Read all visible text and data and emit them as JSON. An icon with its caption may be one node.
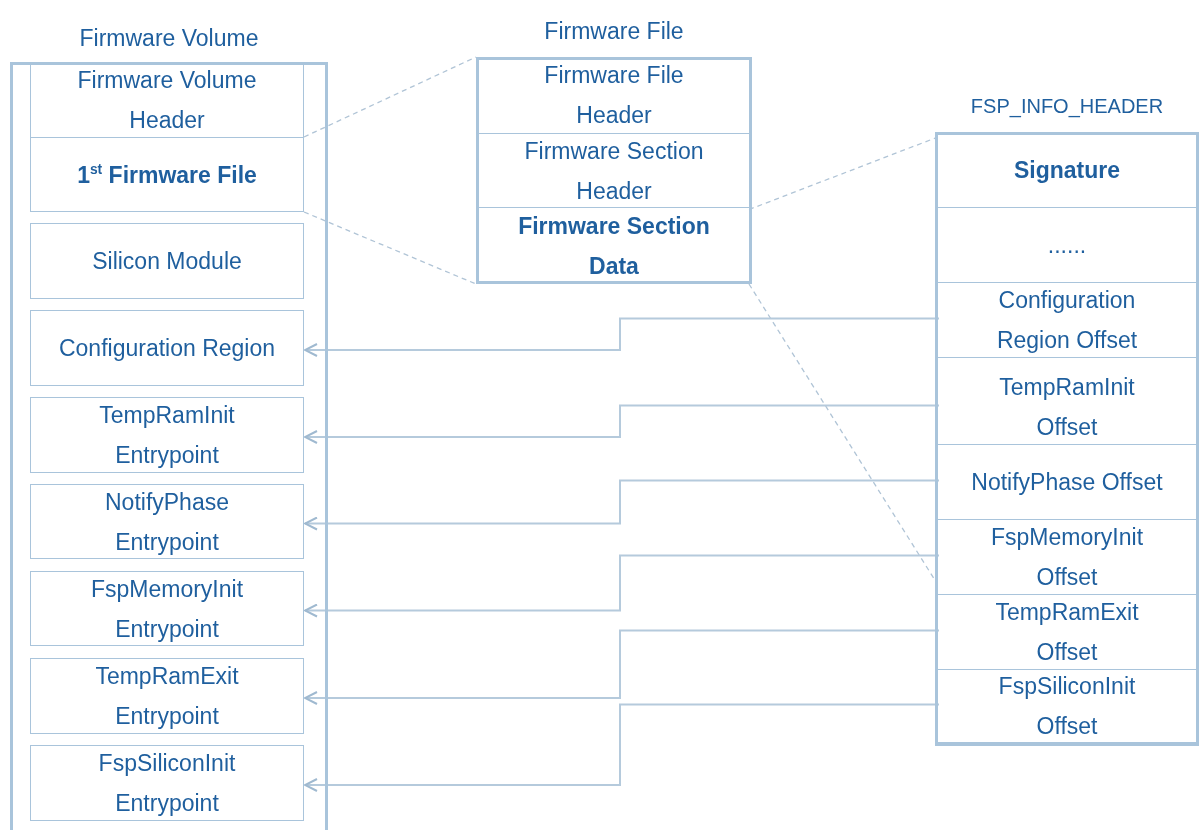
{
  "diagram": {
    "nodes": [
      {
        "text": [
          "Firmware Volume"
        ]
      },
      {
        "text": [
          "Firmware Volume Header"
        ],
        "in": 0
      },
      {
        "text": [
          "1$^{st}$ Firmware File"
        ],
        "in": 0
      },
      {
        "text": [
          "Silicon Module"
        ],
        "in": 0
      },
      {
        "text": [
          "Configuration Region"
        ],
        "in": 0
      },
      {
        "text": [
          "TempRamInit Entrypoint"
        ],
        "in": 0
      },
      {
        "text": [
          "NotifyPhase Entrypoint"
        ],
        "in": 0
      },
      {
        "text": [
          "FspMemoryInit Entrypoint"
        ],
        "in": 0
      },
      {
        "text": [
          "TempRamExit Entrypoint"
        ],
        "in": 0
      },
      {
        "text": [
          "FspSiliconInit Entrypoint"
        ],
        "in": 0
      },
      {
        "text": [
          "Firmware File"
        ]
      },
      {
        "text": [
          "Firmware File Header"
        ],
        "in": 10
      },
      {
        "text": [
          "Firmware Section Header"
        ],
        "in": 10
      },
      {
        "text": [
          "Firmware Section Data"
        ],
        "in": 10
      },
      {
        "text": [
          "FSP_INFO_HEADER"
        ]
      },
      {
        "text": [
          "Signature"
        ],
        "in": 14
      },
      {
        "text": [
          "......"
        ],
        "in": 14
      },
      {
        "text": [
          "Configuration Region Offset"
        ],
        "in": 14
      },
      {
        "text": [
          "TempRamInit Offset"
        ],
        "in": 14
      },
      {
        "text": [
          "NotifyPhase Offset"
        ],
        "in": 14
      },
      {
        "text": [
          "FspMemoryInit Offset"
        ],
        "in": 14
      },
      {
        "text": [
          "TempRamExit Offset"
        ],
        "in": 14
      },
      {
        "text": [
          "FspSiliconInit Offset"
        ],
        "in": 14
      }
    ],
    "edges": [
      {
        "from": 2,
        "to": 10,
        "arrow": "none",
        "style": "dashed"
      },
      {
        "from": 2,
        "to": 10,
        "arrow": "none",
        "style": "dashed"
      },
      {
        "from": 13,
        "to": 14,
        "arrow": "none",
        "style": "dashed"
      },
      {
        "from": 13,
        "to": 14,
        "arrow": "none",
        "style": "dashed"
      },
      {
        "from": 17,
        "to": 4,
        "arrow": "to"
      },
      {
        "from": 18,
        "to": 5,
        "arrow": "to"
      },
      {
        "from": 19,
        "to": 6,
        "arrow": "to"
      },
      {
        "from": 20,
        "to": 7,
        "arrow": "to"
      },
      {
        "from": 21,
        "to": 8,
        "arrow": "to"
      },
      {
        "from": 22,
        "to": 9,
        "arrow": "to"
      }
    ]
  }
}
